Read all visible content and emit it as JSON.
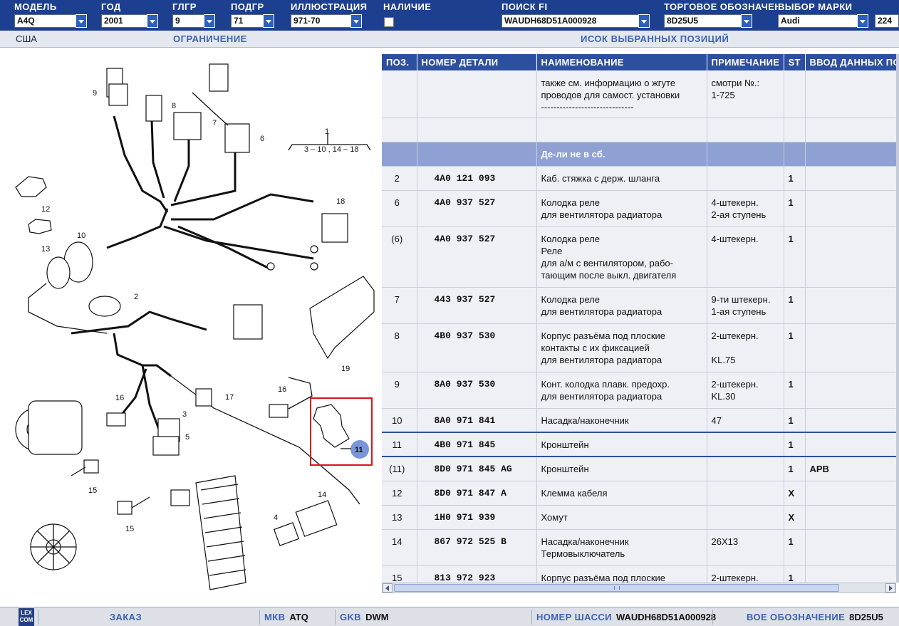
{
  "filters": [
    {
      "label": "МОДЕЛЬ",
      "value": "A4Q",
      "dropdown": true
    },
    {
      "label": "ГОД",
      "value": "2001",
      "dropdown": true
    },
    {
      "label": "ГЛГР",
      "value": "9",
      "dropdown": true
    },
    {
      "label": "ПОДГР",
      "value": "71",
      "dropdown": true
    },
    {
      "label": "ИЛЛЮСТРАЦИЯ",
      "value": "971-70",
      "dropdown": true
    },
    {
      "label": "НАЛИЧИЕ",
      "value": "",
      "checkbox": true
    },
    {
      "label": "ПОИСК FI",
      "value": "WAUDH68D51A000928",
      "dropdown": true
    },
    {
      "label": "ТОРГОВОЕ ОБОЗНАЧЕНИЕ",
      "value": "8D25U5",
      "dropdown": true
    },
    {
      "label": "ВЫБОР МАРКИ",
      "value": "Audi",
      "dropdown": true
    },
    {
      "label": "",
      "value": "224",
      "dropdown": false
    }
  ],
  "subheader": {
    "region": "США",
    "restriction": "ОГРАНИЧЕНИЕ",
    "selected_list": "ИСОК ВЫБРАННЫХ ПОЗИЦИЙ"
  },
  "diagram": {
    "labels": [
      "9",
      "8",
      "7",
      "6",
      "1",
      "3 – 10 , 14 – 18",
      "12",
      "13",
      "10",
      "2",
      "18",
      "19",
      "16",
      "17",
      "3",
      "5",
      "16",
      "11",
      "15",
      "15",
      "14",
      "4"
    ],
    "highlight_color": "#d9141a",
    "badge_color": "#7a96d8"
  },
  "table": {
    "headers": [
      "ПОЗ.",
      "НОМЕР ДЕТАЛИ",
      "НАИМЕНОВАНИЕ",
      "ПРИМЕЧАНИЕ",
      "ST",
      "ВВОД ДАННЫХ ПО"
    ],
    "rows": [
      {
        "pos": "",
        "num": "",
        "name": "также см. информацию о жгуте\nпроводов для самост. установки\n------------------------------",
        "note": "смотри №.:\n1-725",
        "st": "",
        "input": ""
      },
      {
        "pos": "",
        "num": "",
        "name": "",
        "note": "",
        "st": "",
        "input": ""
      },
      {
        "pos": "",
        "num": "",
        "name": "Де-ли не в сб.",
        "note": "",
        "st": "",
        "input": "",
        "section": true
      },
      {
        "pos": "2",
        "num": "4A0 121 093",
        "name": "Каб. стяжка с держ. шланга",
        "note": "",
        "st": "1",
        "input": ""
      },
      {
        "pos": "6",
        "num": "4A0 937 527",
        "name": "Колодка реле\nдля вентилятора радиатора",
        "note": "4-штекерн.\n2-ая ступень",
        "st": "1",
        "input": ""
      },
      {
        "pos": "(6)",
        "num": "4A0 937 527",
        "name": "Колодка реле\nРеле\nдля а/м с вентилятором, рабо-\nтающим после выкл. двигателя",
        "note": "4-штекерн.",
        "st": "1",
        "input": ""
      },
      {
        "pos": "7",
        "num": "443 937 527",
        "name": "Колодка реле\nдля вентилятора радиатора",
        "note": "9-ти штекерн.\n1-ая ступень",
        "st": "1",
        "input": ""
      },
      {
        "pos": "8",
        "num": "4B0 937 530",
        "name": "Корпус разъёма под плоские\nконтакты с их фиксацией\nдля вентилятора радиатора",
        "note": "2-штекерн.\n\nKL.75",
        "st": "1",
        "input": ""
      },
      {
        "pos": "9",
        "num": "8A0 937 530",
        "name": "Конт. колодка плавк. предохр.\nдля вентилятора радиатора",
        "note": "2-штекерн.\nKL.30",
        "st": "1",
        "input": ""
      },
      {
        "pos": "10",
        "num": "8A0 971 841",
        "name": "Насадка/наконечник",
        "note": "47",
        "st": "1",
        "input": ""
      },
      {
        "pos": "11",
        "num": "4B0 971 845",
        "name": "Кронштейн",
        "note": "",
        "st": "1",
        "input": "",
        "selected": true
      },
      {
        "pos": "(11)",
        "num": "8D0 971 845 AG",
        "name": "Кронштейн",
        "note": "",
        "st": "1",
        "input": "APB"
      },
      {
        "pos": "12",
        "num": "8D0 971 847 A",
        "name": "Клемма кабеля",
        "note": "",
        "st": "X",
        "input": ""
      },
      {
        "pos": "13",
        "num": "1H0 971 939",
        "name": "Хомут",
        "note": "",
        "st": "X",
        "input": ""
      },
      {
        "pos": "14",
        "num": "867 972 525 B",
        "name": "Насадка/наконечник\nТермовыключатель",
        "note": "26X13",
        "st": "1",
        "input": ""
      },
      {
        "pos": "15",
        "num": "813 972 923",
        "name": "Корпус разъёма под плоские",
        "note": "2-штекерн.",
        "st": "1",
        "input": ""
      }
    ]
  },
  "status": {
    "order_label": "ЗАКАЗ",
    "mkb_label": "МКВ",
    "mkb_value": "ATQ",
    "gkb_label": "GKB",
    "gkb_value": "DWM",
    "chassis_label": "НОМЕР ШАССИ",
    "chassis_value": "WAUDH68D51A000928",
    "trade_label": "ВОЕ ОБОЗНАЧЕНИЕ",
    "trade_value": "8D25U5",
    "logo": "LEX COM"
  },
  "colors": {
    "topbar": "#1c3f8f",
    "header": "#2d4f9f",
    "section": "#8fa1d2",
    "accent_text": "#3b63b3"
  }
}
